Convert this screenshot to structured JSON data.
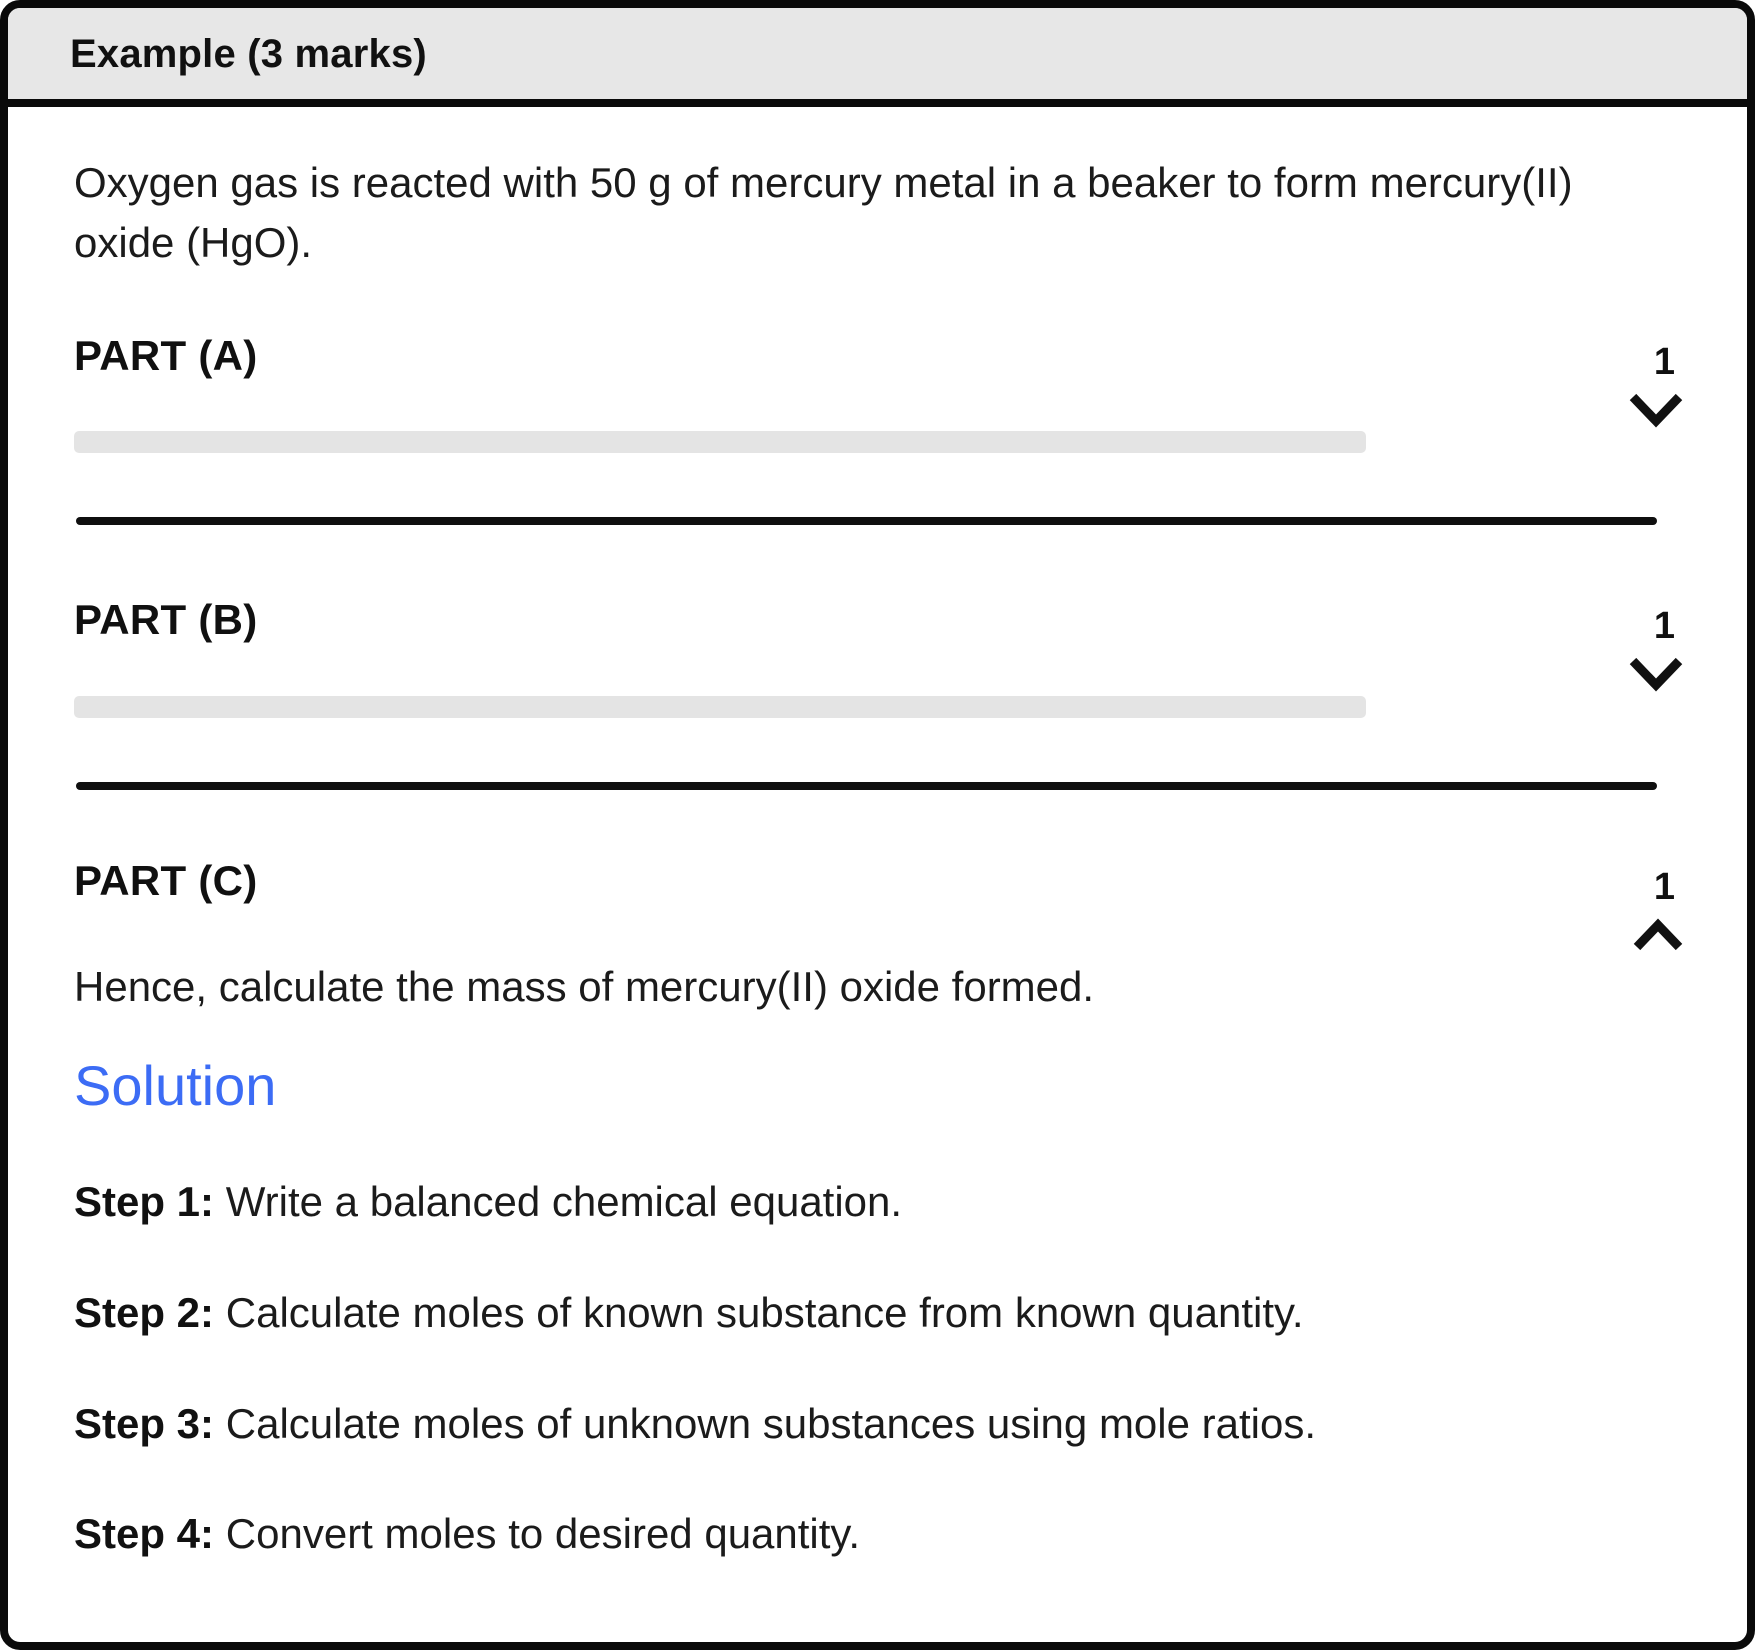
{
  "header": {
    "title": "Example (3 marks)"
  },
  "question": {
    "text": "Oxygen gas is reacted with 50 g of mercury metal in a beaker to form mercury(II) oxide (HgO)."
  },
  "parts": [
    {
      "label": "PART (A)",
      "marks": "1",
      "state": "collapsed",
      "chevron_icon": "chevron-down-icon"
    },
    {
      "label": "PART (B)",
      "marks": "1",
      "state": "collapsed",
      "chevron_icon": "chevron-down-icon"
    },
    {
      "label": "PART (C)",
      "marks": "1",
      "state": "expanded",
      "chevron_icon": "chevron-up-icon",
      "text": "Hence, calculate the mass of mercury(II) oxide formed."
    }
  ],
  "solution": {
    "heading": "Solution",
    "steps": [
      {
        "label": "Step 1:",
        "text": "Write a balanced chemical equation."
      },
      {
        "label": "Step 2:",
        "text": "Calculate moles of known substance from known quantity."
      },
      {
        "label": "Step 3:",
        "text": "Calculate moles of unknown substances using mole ratios."
      },
      {
        "label": "Step 4:",
        "text": "Convert moles to desired quantity."
      }
    ]
  },
  "colors": {
    "header_bg": "#e7e7e7",
    "border": "#0a0a0a",
    "skeleton": "#e4e4e4",
    "solution_accent": "#3c6cf5"
  }
}
